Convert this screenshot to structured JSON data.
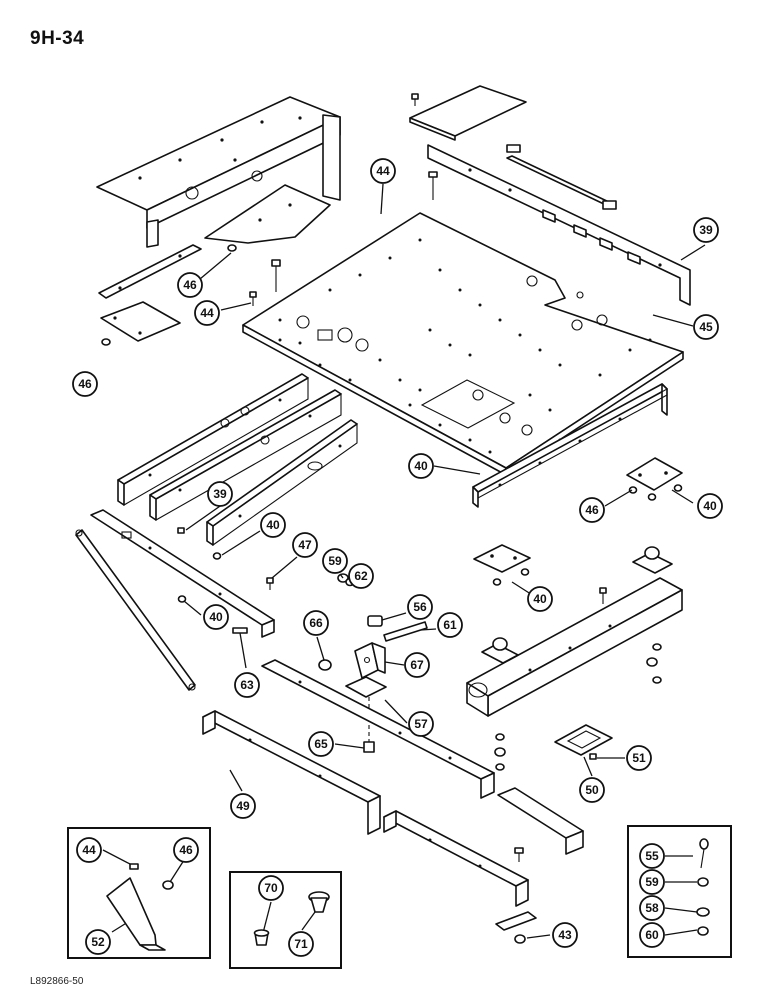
{
  "page_number": "9H-34",
  "catalog_number": "L892866-50",
  "callouts": [
    {
      "id": "c44a",
      "label": "44"
    },
    {
      "id": "c39a",
      "label": "39"
    },
    {
      "id": "c46a",
      "label": "46"
    },
    {
      "id": "c44b",
      "label": "44"
    },
    {
      "id": "c45",
      "label": "45"
    },
    {
      "id": "c46b",
      "label": "46"
    },
    {
      "id": "c40a",
      "label": "40"
    },
    {
      "id": "c46c",
      "label": "46"
    },
    {
      "id": "c40b",
      "label": "40"
    },
    {
      "id": "c39b",
      "label": "39"
    },
    {
      "id": "c40c",
      "label": "40"
    },
    {
      "id": "c47",
      "label": "47"
    },
    {
      "id": "c59a",
      "label": "59"
    },
    {
      "id": "c62",
      "label": "62"
    },
    {
      "id": "c40d",
      "label": "40"
    },
    {
      "id": "c56",
      "label": "56"
    },
    {
      "id": "c66",
      "label": "66"
    },
    {
      "id": "c61",
      "label": "61"
    },
    {
      "id": "c40e",
      "label": "40"
    },
    {
      "id": "c67",
      "label": "67"
    },
    {
      "id": "c63",
      "label": "63"
    },
    {
      "id": "c57",
      "label": "57"
    },
    {
      "id": "c65",
      "label": "65"
    },
    {
      "id": "c51",
      "label": "51"
    },
    {
      "id": "c50",
      "label": "50"
    },
    {
      "id": "c49",
      "label": "49"
    },
    {
      "id": "c44c",
      "label": "44"
    },
    {
      "id": "c46d",
      "label": "46"
    },
    {
      "id": "c70",
      "label": "70"
    },
    {
      "id": "c55",
      "label": "55"
    },
    {
      "id": "c59b",
      "label": "59"
    },
    {
      "id": "c58",
      "label": "58"
    },
    {
      "id": "c52",
      "label": "52"
    },
    {
      "id": "c71",
      "label": "71"
    },
    {
      "id": "c60",
      "label": "60"
    },
    {
      "id": "c43",
      "label": "43"
    }
  ]
}
